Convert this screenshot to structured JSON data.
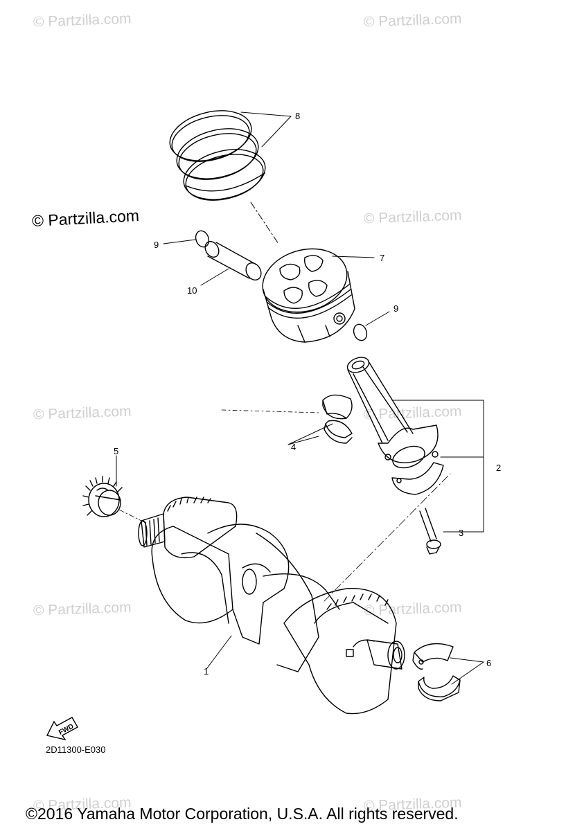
{
  "watermarks": [
    "© Partzilla.com",
    "© Partzilla.com",
    "© Partzilla.com",
    "© Partzilla.com",
    "© Partzilla.com",
    "© Partzilla.com",
    "© Partzilla.com",
    "© Partzilla.com",
    "© Partzilla.com",
    "© Partzilla.com"
  ],
  "watermark_prominent": "© Partzilla.com",
  "callouts": {
    "c1": "1",
    "c2": "2",
    "c3": "3",
    "c4": "4",
    "c5": "5",
    "c6": "6",
    "c7": "7",
    "c8": "8",
    "c9a": "9",
    "c9b": "9",
    "c10": "10"
  },
  "fwd_label": "FWD",
  "diagram_code": "2D11300-E030",
  "copyright": "©2016 Yamaha Motor Corporation, U.S.A. All rights reserved."
}
